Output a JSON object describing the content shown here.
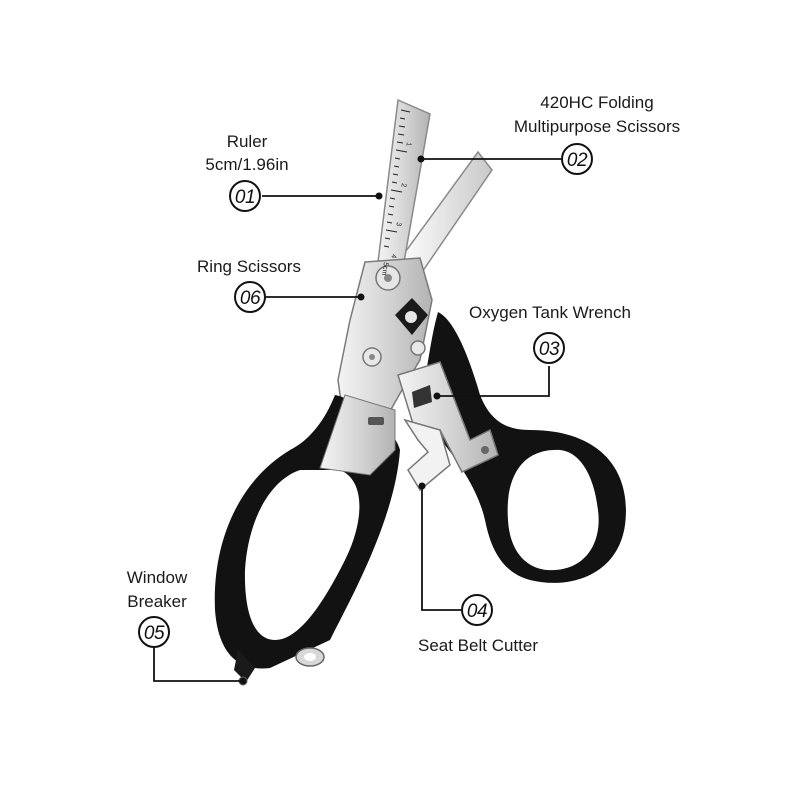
{
  "callouts": [
    {
      "id": "01",
      "lines": [
        "Ruler",
        "5cm/1.96in"
      ]
    },
    {
      "id": "02",
      "lines": [
        "420HC Folding",
        "Multipurpose Scissors"
      ]
    },
    {
      "id": "03",
      "lines": [
        "Oxygen Tank Wrench"
      ]
    },
    {
      "id": "04",
      "lines": [
        "Seat Belt Cutter"
      ]
    },
    {
      "id": "05",
      "lines": [
        "Window",
        "Breaker"
      ]
    },
    {
      "id": "06",
      "lines": [
        "Ring Scissors"
      ]
    }
  ],
  "ruler_marks": [
    "1",
    "2",
    "3",
    "4",
    "5cm"
  ],
  "colors": {
    "handle": "#121212",
    "steel": "#d9d9d9",
    "steel_dark": "#a8a8a8",
    "line": "#111111"
  }
}
